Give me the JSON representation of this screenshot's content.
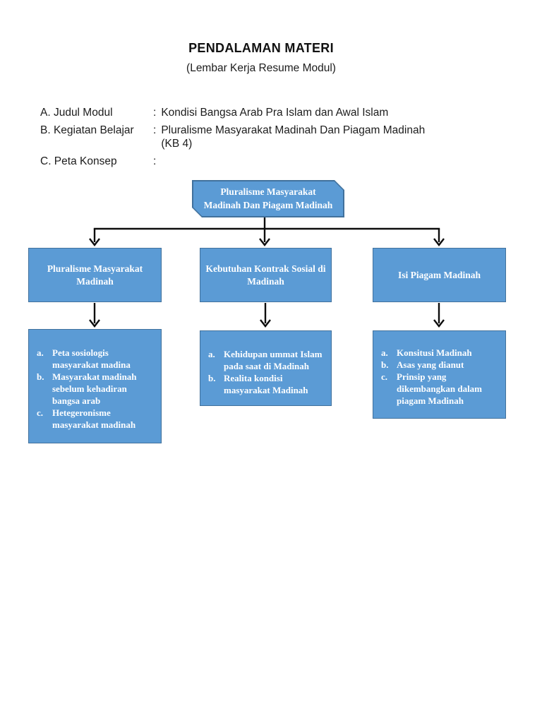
{
  "page": {
    "title": "PENDALAMAN MATERI",
    "subtitle": "(Lembar Kerja Resume Modul)",
    "fields": [
      {
        "label": "A. Judul Modul",
        "colon": ":",
        "value": "Kondisi Bangsa Arab Pra Islam dan Awal Islam"
      },
      {
        "label": "B. Kegiatan Belajar",
        "colon": ":",
        "value": "Pluralisme Masyarakat Madinah Dan Piagam Madinah\n(KB 4)"
      },
      {
        "label": "C. Peta Konsep",
        "colon": ":",
        "value": ""
      }
    ]
  },
  "diagram": {
    "root": {
      "label": "Pluralisme Masyarakat Madinah Dan Piagam Madinah"
    },
    "branches": [
      {
        "title": "Pluralisme Masyarakat Madinah",
        "items": [
          {
            "marker": "a.",
            "text": "Peta sosiologis masyarakat madina"
          },
          {
            "marker": "b.",
            "text": "Masyarakat madinah sebelum kehadiran bangsa arab"
          },
          {
            "marker": "c.",
            "text": "Hetegeronisme masyarakat madinah"
          }
        ]
      },
      {
        "title": "Kebutuhan Kontrak Sosial di Madinah",
        "items": [
          {
            "marker": "a.",
            "text": "Kehidupan ummat Islam pada saat di Madinah"
          },
          {
            "marker": "b.",
            "text": "Realita kondisi masyarakat Madinah"
          }
        ]
      },
      {
        "title": "Isi Piagam Madinah",
        "items": [
          {
            "marker": "a.",
            "text": "Konsitusi Madinah"
          },
          {
            "marker": "b.",
            "text": "Asas yang dianut"
          },
          {
            "marker": "c.",
            "text": "Prinsip yang dikembangkan dalam piagam Madinah"
          }
        ]
      }
    ],
    "colors": {
      "box_fill": "#5b9bd5",
      "box_border": "#41719c",
      "box_text": "#fdfeff",
      "connector": "#0d0d0d",
      "page_background": "#ffffff"
    }
  }
}
